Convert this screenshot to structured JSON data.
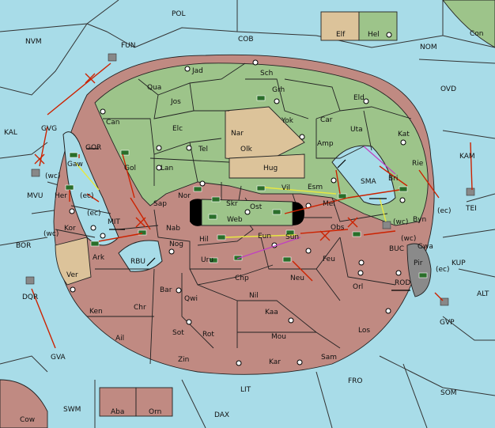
{
  "colors": {
    "sea": "#a8dce8",
    "north_power": "#9dc48a",
    "south_power": "#c08a82",
    "neutral": "#dcc39a",
    "move_order": "#cc2200",
    "support_order": "#e8e840",
    "convoy_order": "#c040c0"
  },
  "labels": {
    "POL": "POL",
    "NVM": "NVM",
    "FUN": "FUN",
    "COB": "COB",
    "NOM": "NOM",
    "Con": "Con",
    "Elf": "Elf",
    "Hel": "Hel",
    "OVD": "OVD",
    "KAL": "KAL",
    "GVG": "GVG",
    "GOR": "GOR",
    "Gaw": "Gaw",
    "wc1": "(wc)",
    "MVU": "MVU",
    "Her": "Her",
    "ec1": "(ec)",
    "ec2": "(ec)",
    "wc2": "(wc)",
    "Kor": "Kor",
    "MIT": "MIT",
    "BOR": "BOR",
    "Ark": "Ark",
    "Ver": "Ver",
    "RBU": "RBU",
    "DQR": "DQR",
    "Ken": "Ken",
    "Chr": "Chr",
    "Ail": "Ail",
    "GVA": "GVA",
    "Jad": "Jad",
    "Sch": "Sch",
    "Qua": "Qua",
    "Jos": "Jos",
    "Grh": "Grh",
    "Can": "Can",
    "Eld": "Eld",
    "Yok": "Yok",
    "Car": "Car",
    "Nar": "Nar",
    "Elc": "Elc",
    "Olk": "Olk",
    "Amp": "Amp",
    "Uta": "Uta",
    "Kat": "Kat",
    "Tel": "Tel",
    "Gol": "Gol",
    "Lan": "Lan",
    "Hug": "Hug",
    "Rie": "Rie",
    "KAM": "KAM",
    "SMA": "SMA",
    "Bri": "Bri",
    "wc3": "(wc)",
    "ec3": "(ec)",
    "TEI": "TEI",
    "Sap": "Sap",
    "Nor": "Nor",
    "Skr": "Skr",
    "Vil": "Vil",
    "Esm": "Esm",
    "Mel": "Mel",
    "Ost": "Ost",
    "Web": "Web",
    "Byn": "Byn",
    "Nab": "Nab",
    "Hil": "Hil",
    "Eun": "Eun",
    "Sun": "Sun",
    "Obs": "Obs",
    "BUC": "BUC",
    "wc4": "(wc)",
    "Gwa": "Gwa",
    "ec4": "(ec)",
    "KUP": "KUP",
    "Nog": "Nog",
    "Uru": "Uru",
    "Feu": "Feu",
    "Pir": "Pir",
    "Chp": "Chp",
    "Neu": "Neu",
    "Orl": "Orl",
    "ROD": "ROD",
    "ALT": "ALT",
    "Bar": "Bar",
    "Qwi": "Qwi",
    "Nil": "Nil",
    "GVP": "GVP",
    "Kaa": "Kaa",
    "Sot": "Sot",
    "Rot": "Rot",
    "Mou": "Mou",
    "Los": "Los",
    "Zin": "Zin",
    "Kar": "Kar",
    "Sam": "Sam",
    "LIT": "LIT",
    "FRO": "FRO",
    "SOM": "SOM",
    "SWM": "SWM",
    "Aba": "Aba",
    "Orn": "Orn",
    "DAX": "DAX",
    "Cow": "Cow"
  }
}
